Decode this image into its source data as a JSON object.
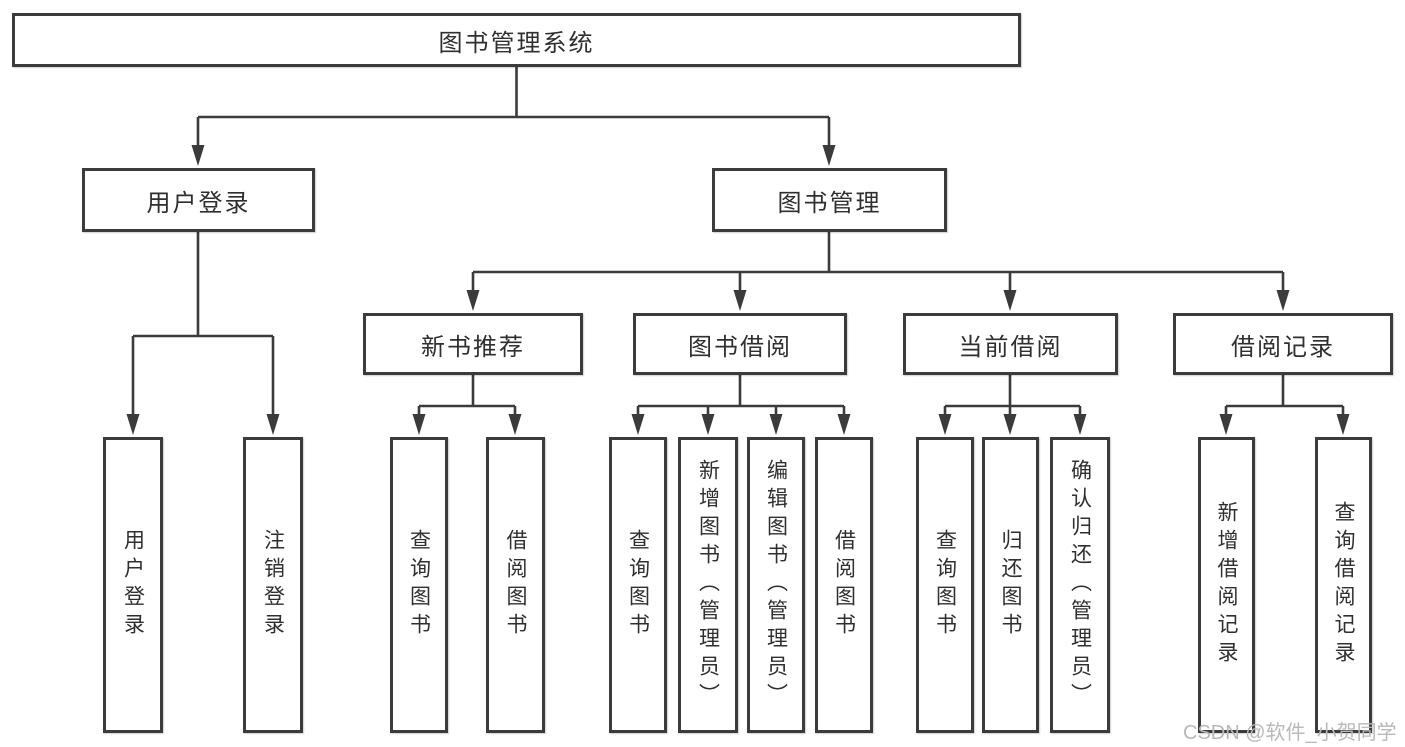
{
  "nodes": {
    "root": "图书管理系统",
    "user_login": "用户登录",
    "book_management": "图书管理",
    "new_book_recommendation": "新书推荐",
    "book_borrowing": "图书借阅",
    "current_borrowing": "当前借阅",
    "borrowing_records": "借阅记录",
    "leaves": {
      "user_login_leaf": "用户登录",
      "logout": "注销登录",
      "query_books_recommend": "查询图书",
      "borrow_books_recommend": "借阅图书",
      "query_books_borrow": "查询图书",
      "add_books_admin": "新增图书（管理员）",
      "edit_books_admin": "编辑图书（管理员）",
      "borrow_books": "借阅图书",
      "query_books_current": "查询图书",
      "return_books": "归还图书",
      "confirm_return_admin": "确认归还（管理员）",
      "add_borrow_record": "新增借阅记录",
      "query_borrow_record": "查询借阅记录"
    }
  },
  "watermark": "CSDN @软件_小贺同学",
  "colors": {
    "line": "#3b3b3b",
    "text": "#2f2f2f",
    "watermark": "#b9b9b9",
    "background": "#ffffff"
  }
}
